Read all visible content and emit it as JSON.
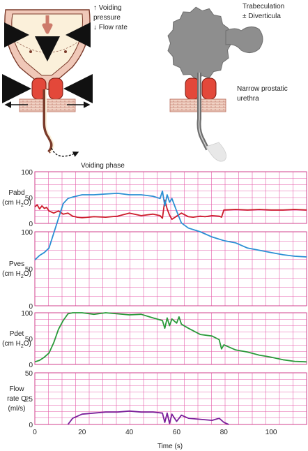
{
  "illustration": {
    "left_caption_lines": [
      "↑ Voiding",
      "pressure",
      "↓ Flow rate"
    ],
    "right_caption_top_lines": [
      "Trabeculation",
      "± Diverticula"
    ],
    "right_caption_bottom_lines": [
      "Narrow prostatic",
      "urethra"
    ],
    "phase_label": "Voiding phase"
  },
  "chart_data": {
    "type": "line",
    "xlabel": "Time (s)",
    "xlim": [
      0,
      115
    ],
    "xticks": [
      "0",
      "20",
      "40",
      "60",
      "80",
      "100"
    ],
    "grid": true,
    "panels": [
      {
        "id": "pabd",
        "label_lines": [
          "Pabd",
          "(cm H2O)"
        ],
        "ylim": [
          0,
          100
        ],
        "yticks": [
          "100",
          "50",
          "0"
        ],
        "color": "#cc1a2a",
        "x": [
          0,
          1,
          2,
          3,
          4,
          5,
          6,
          8,
          10,
          12,
          14,
          16,
          18,
          20,
          25,
          30,
          35,
          40,
          45,
          50,
          53,
          54,
          55,
          56,
          57,
          58,
          60,
          62,
          65,
          67,
          70,
          72,
          75,
          78,
          79,
          80,
          85,
          90,
          95,
          100,
          105,
          110,
          115
        ],
        "y": [
          32,
          36,
          28,
          34,
          29,
          31,
          24,
          20,
          24,
          18,
          20,
          14,
          12,
          11,
          13,
          12,
          14,
          20,
          15,
          18,
          15,
          10,
          45,
          28,
          16,
          8,
          14,
          20,
          13,
          12,
          14,
          13,
          15,
          14,
          12,
          26,
          27,
          26,
          27,
          26,
          26,
          27,
          26
        ]
      },
      {
        "id": "pves",
        "label_lines": [
          "Pves",
          "(cm H2O)"
        ],
        "ylim": [
          0,
          100
        ],
        "yticks": [
          "100",
          "50",
          "0"
        ],
        "color": "#2a8fd4",
        "x": [
          0,
          2,
          4,
          6,
          8,
          10,
          12,
          14,
          16,
          20,
          25,
          30,
          35,
          40,
          45,
          50,
          53,
          54,
          55,
          56,
          57,
          58,
          60,
          62,
          65,
          70,
          75,
          80,
          85,
          90,
          95,
          100,
          105,
          110,
          115
        ],
        "y": [
          62,
          68,
          72,
          78,
          98,
          118,
          138,
          145,
          147,
          150,
          150,
          151,
          152,
          150,
          150,
          148,
          145,
          155,
          135,
          150,
          140,
          145,
          128,
          112,
          105,
          100,
          93,
          88,
          85,
          78,
          75,
          72,
          69,
          67,
          66
        ]
      },
      {
        "id": "pdet",
        "label_lines": [
          "Pdet",
          "(cm H2O)"
        ],
        "ylim": [
          0,
          100
        ],
        "yticks": [
          "100",
          "50",
          "0"
        ],
        "color": "#2a9a3a",
        "x": [
          0,
          2,
          4,
          6,
          8,
          10,
          12,
          14,
          16,
          20,
          25,
          30,
          35,
          40,
          45,
          50,
          54,
          55,
          56,
          57,
          58,
          60,
          61,
          62,
          65,
          70,
          75,
          78,
          79,
          80,
          85,
          90,
          95,
          100,
          105,
          110,
          115
        ],
        "y": [
          5,
          8,
          14,
          22,
          42,
          68,
          85,
          98,
          100,
          100,
          97,
          100,
          98,
          96,
          97,
          90,
          85,
          70,
          90,
          75,
          88,
          80,
          92,
          78,
          70,
          58,
          55,
          48,
          30,
          38,
          28,
          24,
          18,
          14,
          9,
          6,
          5
        ]
      },
      {
        "id": "flow",
        "label_lines": [
          "Flow",
          "rate Q",
          "(ml/s)"
        ],
        "ylim": [
          0,
          50
        ],
        "yticks": [
          "50",
          "25",
          "0"
        ],
        "color": "#7b1f9a",
        "x": [
          14,
          16,
          18,
          20,
          25,
          30,
          35,
          40,
          45,
          50,
          54,
          55,
          56,
          57,
          58,
          60,
          62,
          65,
          70,
          75,
          78,
          80,
          82
        ],
        "y": [
          0,
          6,
          8,
          10,
          11,
          12,
          12,
          13,
          12,
          12,
          11,
          2,
          11,
          1,
          10,
          3,
          9,
          6,
          5,
          4,
          6,
          2,
          0
        ]
      }
    ]
  }
}
